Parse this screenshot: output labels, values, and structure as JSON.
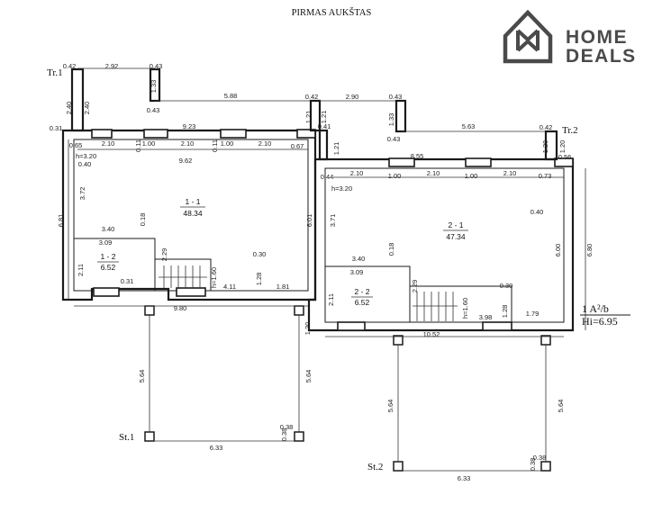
{
  "title": "PIRMAS AUKŠTAS",
  "logo": {
    "line1": "HOME",
    "line2": "DEALS",
    "color": "#4a4a4a"
  },
  "units": {
    "u1": {
      "room_main": {
        "name": "1 - 1",
        "area": "48.34"
      },
      "room_small": {
        "name": "1 - 2",
        "area": "6.52"
      }
    },
    "u2": {
      "room_main": {
        "name": "2 - 1",
        "area": "47.34"
      },
      "room_small": {
        "name": "2 - 2",
        "area": "6.52"
      }
    }
  },
  "tags": {
    "tr1": "Tr.1",
    "tr2": "Tr.2",
    "st1": "St.1",
    "st2": "St.2",
    "h320a": "h=3.20",
    "h320b": "h=3.20",
    "h160a": "h=1.60",
    "h160b": "h=1.60",
    "class_line1": "1 A²/b",
    "class_line2": "Hi=6.95"
  },
  "dims": {
    "d042a": "0.42",
    "d292": "2.92",
    "d043a": "0.43",
    "d240a": "2.40",
    "d240b": "2.40",
    "d133a": "1.33",
    "d043b": "0.43",
    "d588": "5.88",
    "d042b": "0.42",
    "d290": "2.90",
    "d043c": "0.43",
    "d121a": "1.21",
    "d121b": "1.21",
    "d041": "0.41",
    "d133b": "1.33",
    "d043d": "0.43",
    "d563": "5.63",
    "d042c": "0.42",
    "d120a": "1.20",
    "d120b": "1.20",
    "d031a": "0.31",
    "d923": "9.23",
    "d065": "0.65",
    "d210a": "2.10",
    "d011a": "0.11",
    "d100a": "1.00",
    "d210b": "2.10",
    "d011b": "0.11",
    "d100b": "1.00",
    "d210c": "2.10",
    "d067": "0.67",
    "d040a": "0.40",
    "d962": "9.62",
    "d121c": "1.21",
    "d855": "8.55",
    "d056": "0.56",
    "d044": "0.44",
    "d210d": "2.10",
    "d100c": "1.00",
    "d210e": "2.10",
    "d100d": "1.00",
    "d210f": "2.10",
    "d073": "0.73",
    "d372": "3.72",
    "d681": "6.81",
    "d601": "6.01",
    "d371": "3.71",
    "d040b": "0.40",
    "d018a": "0.18",
    "d340a": "3.40",
    "d309a": "3.09",
    "d229a": "2.29",
    "d211a": "2.11",
    "d031b": "0.31",
    "d030a": "0.30",
    "d128a": "1.28",
    "d411": "4.11",
    "d181": "1.81",
    "d980": "9.80",
    "d600": "6.00",
    "d680": "6.80",
    "d018b": "0.18",
    "d340b": "3.40",
    "d309b": "3.09",
    "d229b": "2.29",
    "d211b": "2.11",
    "d030b": "0.30",
    "d128b": "1.28",
    "d398": "3.98",
    "d179": "1.79",
    "d1052": "10.52",
    "d120c": "1.20",
    "d564a": "5.64",
    "d564b": "5.64",
    "d038a": "0.38",
    "d038b": "0.38",
    "d633a": "6.33",
    "d564c": "5.64",
    "d564d": "5.64",
    "d038c": "0.38",
    "d038d": "0.38",
    "d633b": "6.33"
  }
}
